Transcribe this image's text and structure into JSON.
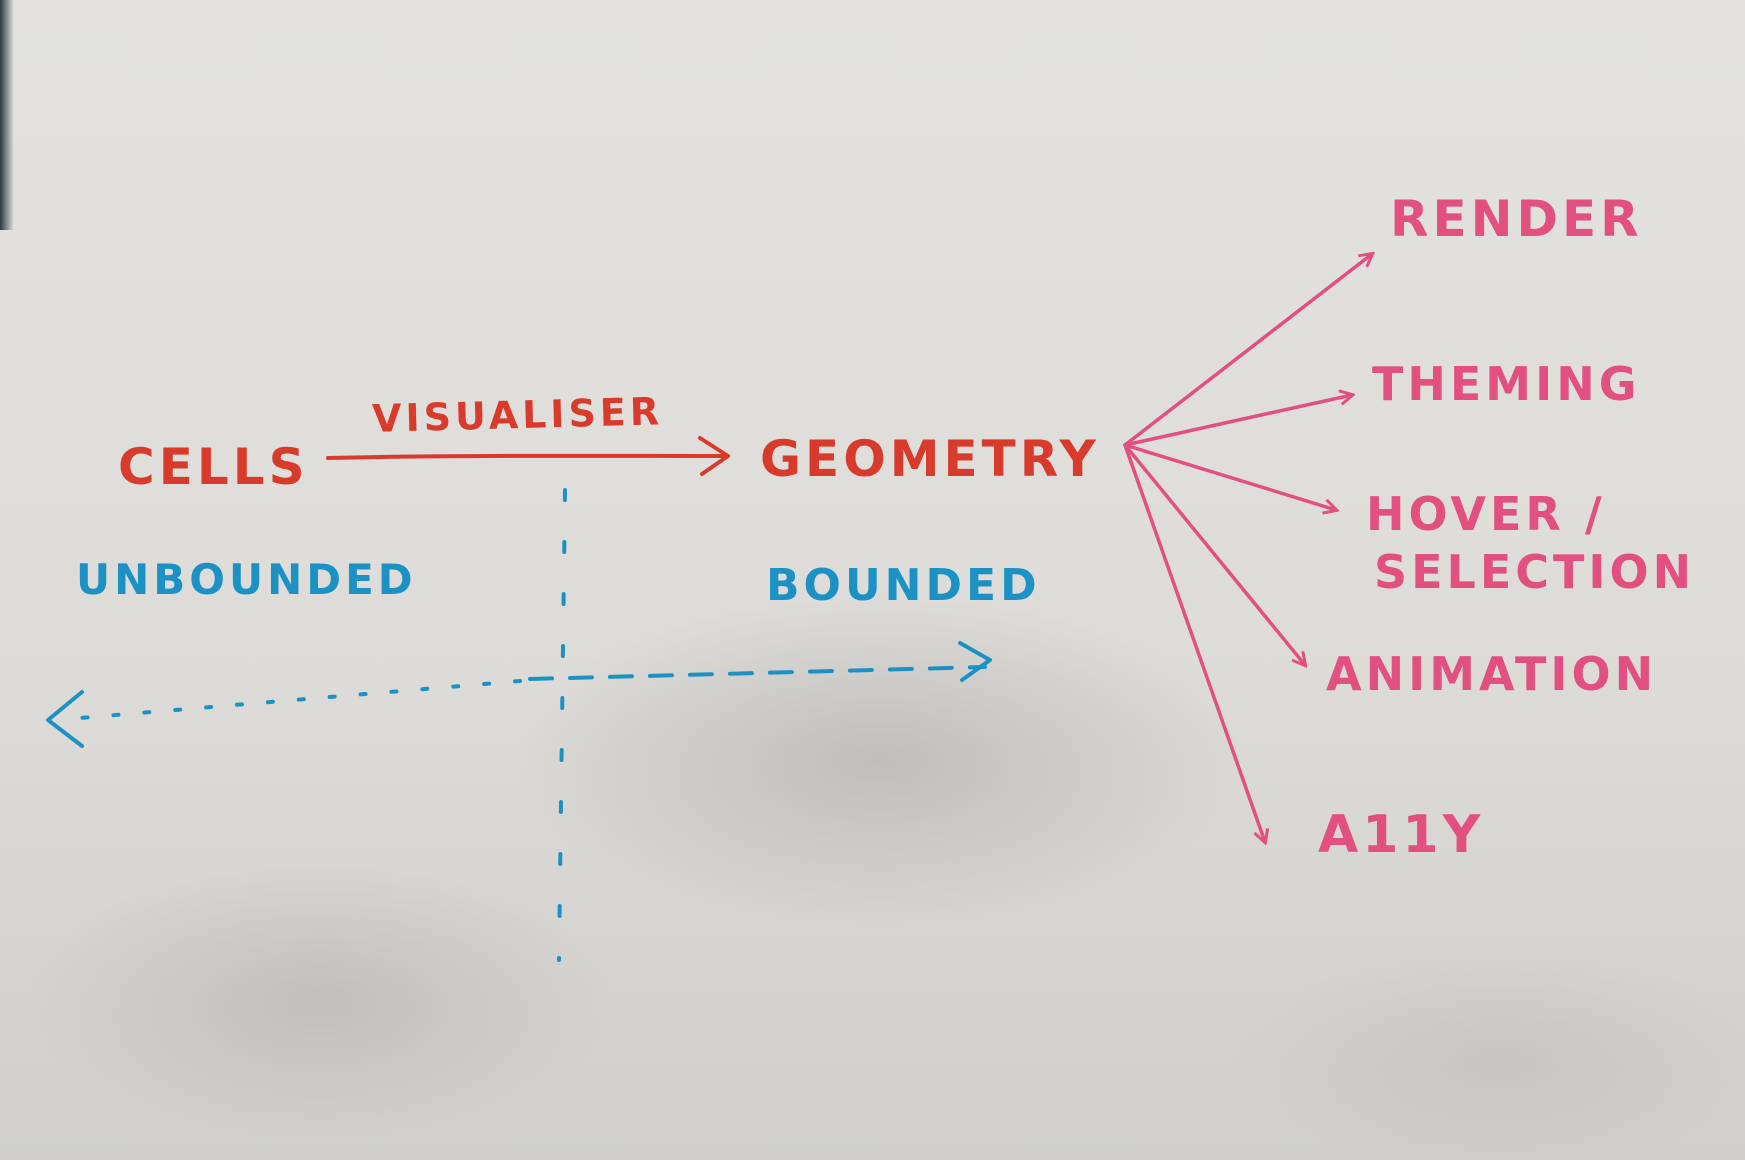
{
  "colors": {
    "red": "#d83a2c",
    "pink": "#e15081",
    "blue": "#1c92c4"
  },
  "nodes": {
    "cells": "CELLS",
    "visualiser": "VISUALISER",
    "geometry": "GEOMETRY",
    "unbounded": "UNBOUNDED",
    "bounded": "BOUNDED"
  },
  "outputs": {
    "render": "RENDER",
    "theming": "THEMING",
    "hover_line1": "HOVER /",
    "hover_line2": "SELECTION",
    "animation": "ANIMATION",
    "a11y": "A11Y"
  }
}
